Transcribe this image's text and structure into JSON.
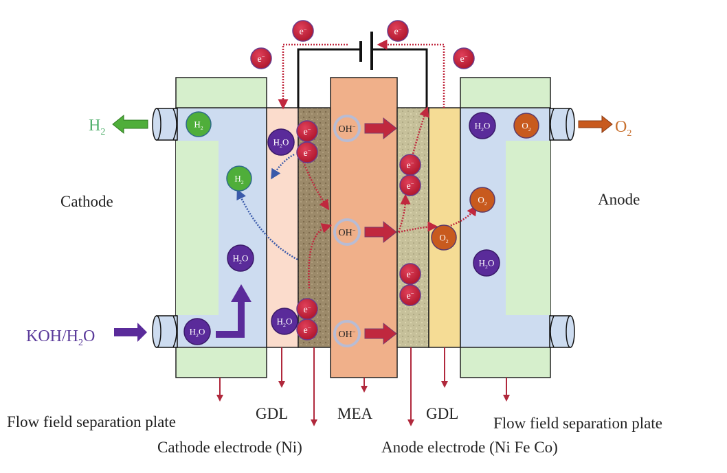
{
  "title": "Alkaline water electrolyzer schematic",
  "side_labels": {
    "cathode": "Cathode",
    "anode": "Anode"
  },
  "flows": {
    "h2_out": {
      "main": "H",
      "sub": "2"
    },
    "o2_out": {
      "main": "O",
      "sub": "2"
    },
    "koh_in": {
      "pre": "KOH/H",
      "sub": "2",
      "post": "O"
    }
  },
  "component_labels": {
    "flow_plate_left": "Flow field separation plate",
    "gdl_left": "GDL",
    "cathode_electrode": "Cathode electrode (Ni)",
    "mea": "MEA",
    "anode_electrode": "Anode electrode (Ni Fe Co)",
    "gdl_right": "GDL",
    "flow_plate_right": "Flow field separation plate"
  },
  "species": {
    "electron": {
      "main": "e",
      "sup": "−"
    },
    "water": {
      "main": "H",
      "sub": "2",
      "post": "O"
    },
    "hydrogen": {
      "main": "H",
      "sub": "2"
    },
    "oxygen": {
      "main": "O",
      "sub": "2"
    },
    "hydroxide": {
      "main": "OH",
      "sup": "−"
    }
  },
  "colors": {
    "electron": "#c8203a",
    "water": "#5a2b9a",
    "hydrogen": "#4fae3a",
    "oxygen": "#c85a1e",
    "h2_text": "#4fae6a",
    "o2_text": "#c8702e",
    "koh_text": "#5a3a9a",
    "plate_green": "#d6efcc",
    "channel_blue": "#cddcf0",
    "gdl_left": "#fbdccc",
    "gdl_right": "#f5dc95",
    "mea": "#f0b08a",
    "cathode_electrode": "#9c8a6a",
    "anode_electrode": "#c6c09a",
    "ion_arrow": "#c0283e",
    "leader": "#b0283c"
  }
}
